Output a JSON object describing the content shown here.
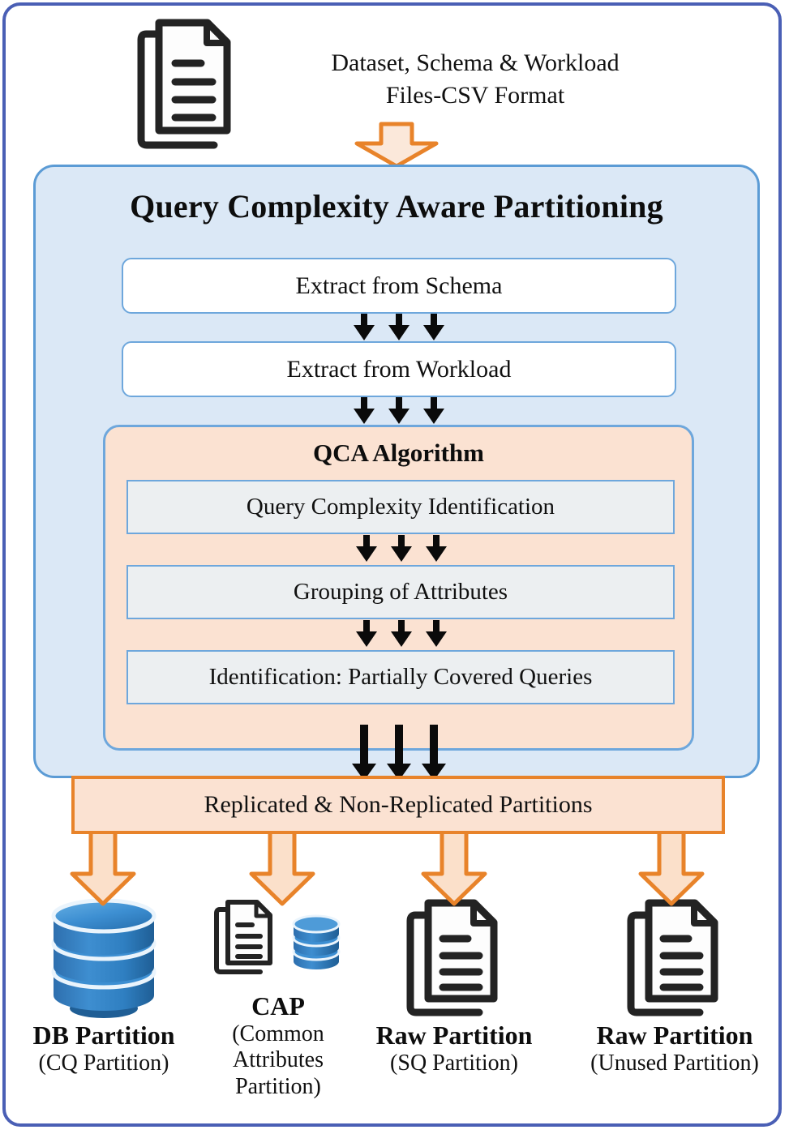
{
  "source": {
    "icon": "document-stack-icon",
    "caption_line1": "Dataset, Schema & Workload",
    "caption_line2": "Files-CSV Format"
  },
  "panel": {
    "title": "Query Complexity Aware Partitioning",
    "steps": [
      {
        "label": "Extract from Schema"
      },
      {
        "label": "Extract from Workload"
      }
    ],
    "qca": {
      "title": "QCA Algorithm",
      "steps": [
        {
          "label": "Query Complexity Identification"
        },
        {
          "label": "Grouping  of Attributes"
        },
        {
          "label": "Identification:  Partially Covered Queries"
        }
      ]
    }
  },
  "replicated_bar": {
    "label": "Replicated & Non-Replicated  Partitions"
  },
  "outputs": [
    {
      "icon": "database-cylinder-icon",
      "title": "DB Partition",
      "subtitle": "(CQ Partition)"
    },
    {
      "icon": "document-and-database-icon",
      "title": "CAP",
      "subtitle_lines": [
        "(Common",
        "Attributes",
        "Partition)"
      ]
    },
    {
      "icon": "document-stack-icon",
      "title": "Raw Partition",
      "subtitle": "(SQ Partition)"
    },
    {
      "icon": "document-stack-icon",
      "title": "Raw Partition",
      "subtitle": "(Unused Partition)"
    }
  ],
  "colors": {
    "outer_border": "#4a5fb5",
    "panel_fill": "#dbe8f6",
    "panel_border": "#5b9bd5",
    "qca_fill": "#fbe2d2",
    "arrow_orange": "#e8832a",
    "arrow_fill": "#fbe0ca",
    "db_blue": "#2f7fc1",
    "ink": "#232323"
  }
}
